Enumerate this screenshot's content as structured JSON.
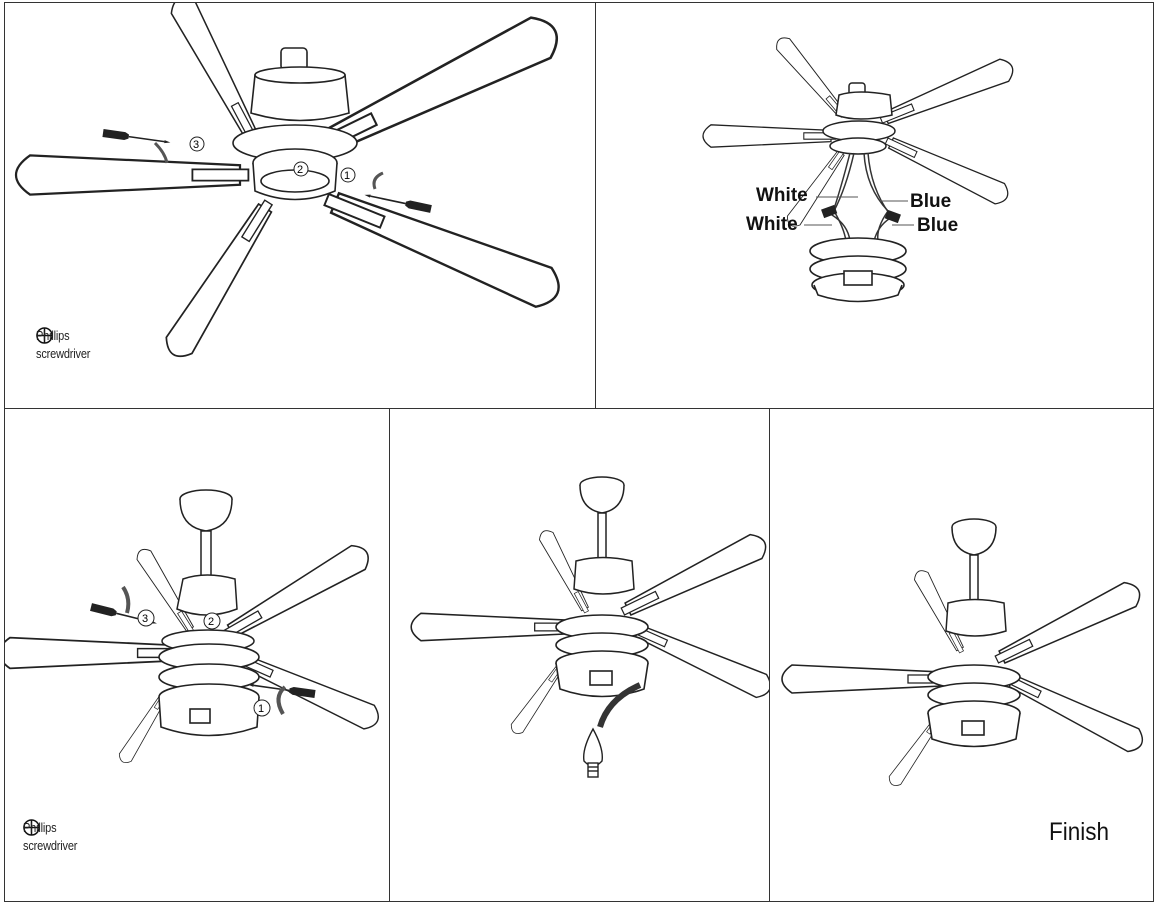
{
  "panel1": {
    "tool_line1": "Phillips",
    "tool_line2": "screwdriver",
    "steps": [
      "1",
      "2",
      "3"
    ]
  },
  "panel2": {
    "wire_left_top": "White",
    "wire_left_bottom": "White",
    "wire_right_top": "Blue",
    "wire_right_bottom": "Blue"
  },
  "panel3": {
    "tool_line1": "Phillips",
    "tool_line2": "screwdriver",
    "steps": [
      "1",
      "2",
      "3"
    ]
  },
  "panel5": {
    "finish_label": "Finish"
  },
  "icons": [
    "phillips-screwdriver-icon",
    "screwdriver-icon",
    "rotate-arrow-icon",
    "light-bulb-icon"
  ]
}
